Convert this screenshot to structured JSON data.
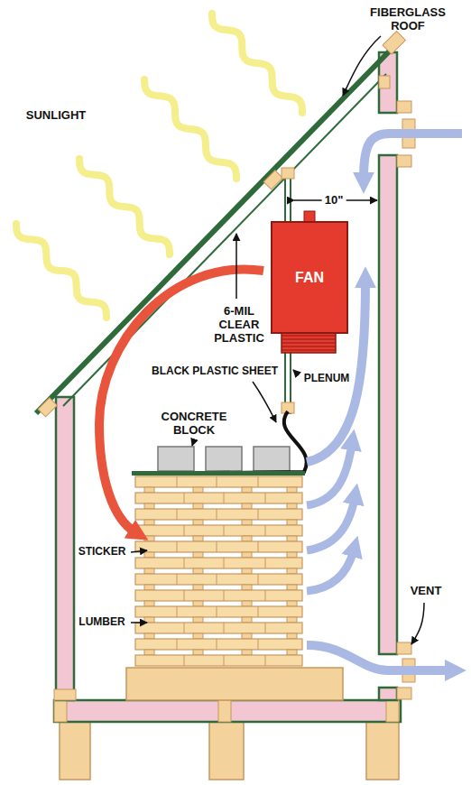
{
  "diagram": {
    "nodes": [
      {
        "text": [
          "FAN"
        ]
      }
    ],
    "labels": [
      "SUNLIGHT",
      "FIBERGLASS ROOF",
      "10\"",
      "6-MIL CLEAR PLASTIC",
      "BLACK PLASTIC SHEET",
      "PLENUM",
      "CONCRETE BLOCK",
      "STICKER",
      "LUMBER",
      "VENT"
    ]
  }
}
